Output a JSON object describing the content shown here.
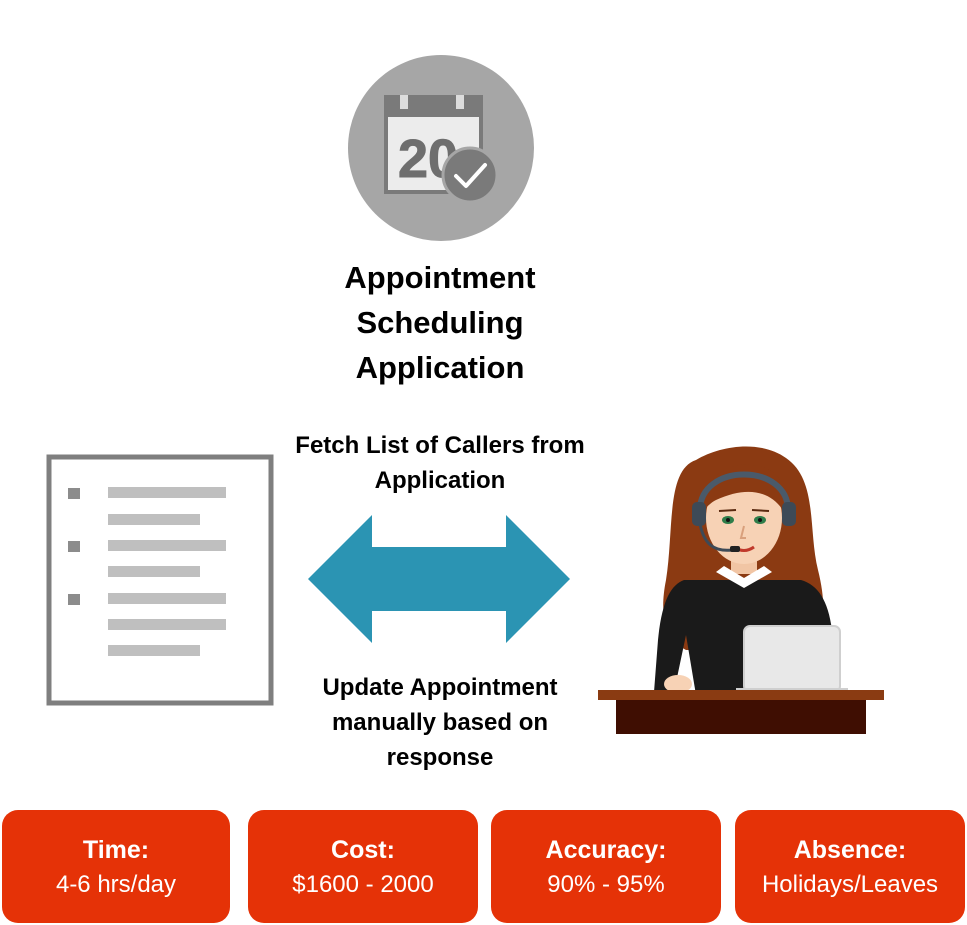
{
  "app": {
    "title_lines": [
      "Appointment",
      "Scheduling",
      "Application"
    ],
    "icon": "calendar-check-icon",
    "calendar_day": "20"
  },
  "flow": {
    "fetch_lines": [
      "Fetch List of Callers from",
      "Application"
    ],
    "update_lines": [
      "Update Appointment",
      "manually based on",
      "response"
    ],
    "arrow_color": "#2b94b3"
  },
  "metrics": [
    {
      "label": "Time:",
      "value": "4-6 hrs/day"
    },
    {
      "label": "Cost:",
      "value": "$1600 - 2000"
    },
    {
      "label": "Accuracy:",
      "value": "90% - 95%"
    },
    {
      "label": "Absence:",
      "value": "Holidays/Leaves"
    }
  ],
  "colors": {
    "metric_bg": "#e53207",
    "icon_circle": "#a6a6a6",
    "doc_border": "#7f7f7f",
    "doc_lines": "#bfbfbf"
  }
}
